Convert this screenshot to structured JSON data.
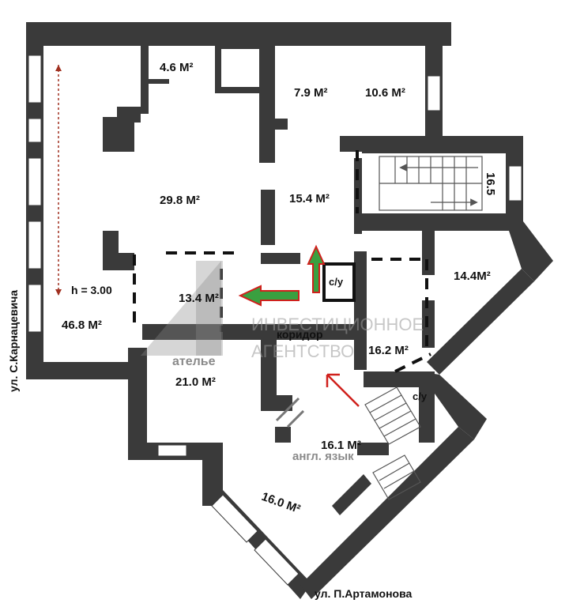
{
  "rooms": {
    "r1": "4.6 М²",
    "r2": "7.9 М²",
    "r3": "10.6 М²",
    "r4": "16.5",
    "r5": "29.8 М²",
    "r6": "15.4 М²",
    "r7": "14.4М²",
    "r8": "13.4 М²",
    "r9": "46.8 М²",
    "r10": "21.0 М²",
    "r11": "16.2 М²",
    "r12": "16.1 М²",
    "r13": "16.0 М²"
  },
  "labels": {
    "height": "h = 3.00",
    "wc1": "с/у",
    "wc2": "с/у",
    "corridor": "коридор",
    "atelier": "ателье",
    "english": "англ. язык"
  },
  "streets": {
    "left": "ул. С.Карнацевича",
    "bottom": "ул. П.Артамонова"
  },
  "watermark": {
    "line1": "ИНВЕСТИЦИОННОЕ",
    "line2": "АГЕНТСТВО"
  },
  "colors": {
    "wall": "#3a3a3a",
    "arrow_red": "#d0201c",
    "arrow_green": "#3aa040"
  }
}
